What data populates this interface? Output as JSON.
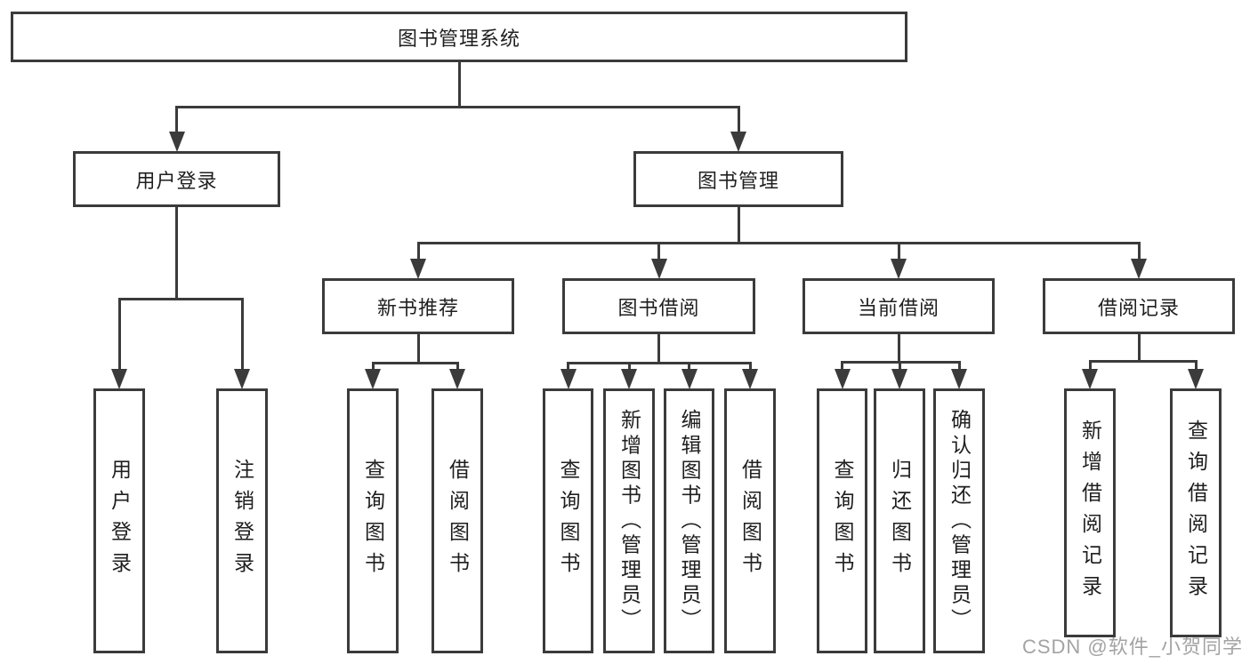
{
  "diagram": {
    "type": "tree-diagram",
    "watermark": "CSDN @软件_小贺同学",
    "colors": {
      "line": "#3b3b3b",
      "box_border": "#3b3b3b",
      "text": "#1f1f1f",
      "background": "#ffffff",
      "watermark": "#a3a3a3"
    },
    "nodes": [
      {
        "id": "system",
        "label": "图书管理系统",
        "parent": null,
        "orientation": "horizontal"
      },
      {
        "id": "user-login",
        "label": "用户登录",
        "parent": "system",
        "orientation": "horizontal"
      },
      {
        "id": "book-management",
        "label": "图书管理",
        "parent": "system",
        "orientation": "horizontal"
      },
      {
        "id": "new-book-recommend",
        "label": "新书推荐",
        "parent": "book-management",
        "orientation": "horizontal"
      },
      {
        "id": "book-borrowing",
        "label": "图书借阅",
        "parent": "book-management",
        "orientation": "horizontal"
      },
      {
        "id": "current-borrowing",
        "label": "当前借阅",
        "parent": "book-management",
        "orientation": "horizontal"
      },
      {
        "id": "borrowing-records",
        "label": "借阅记录",
        "parent": "book-management",
        "orientation": "horizontal"
      },
      {
        "id": "user-login-action",
        "label": "用户登录",
        "parent": "user-login",
        "orientation": "vertical"
      },
      {
        "id": "logout-action",
        "label": "注销登录",
        "parent": "user-login",
        "orientation": "vertical"
      },
      {
        "id": "query-books-1",
        "label": "查询图书",
        "parent": "new-book-recommend",
        "orientation": "vertical"
      },
      {
        "id": "borrow-books-1",
        "label": "借阅图书",
        "parent": "new-book-recommend",
        "orientation": "vertical"
      },
      {
        "id": "query-books-2",
        "label": "查询图书",
        "parent": "book-borrowing",
        "orientation": "vertical"
      },
      {
        "id": "add-books-admin",
        "label": "新增图书（管理员）",
        "parent": "book-borrowing",
        "orientation": "vertical"
      },
      {
        "id": "edit-books-admin",
        "label": "编辑图书（管理员）",
        "parent": "book-borrowing",
        "orientation": "vertical"
      },
      {
        "id": "borrow-books-2",
        "label": "借阅图书",
        "parent": "book-borrowing",
        "orientation": "vertical"
      },
      {
        "id": "query-books-3",
        "label": "查询图书",
        "parent": "current-borrowing",
        "orientation": "vertical"
      },
      {
        "id": "return-books",
        "label": "归还图书",
        "parent": "current-borrowing",
        "orientation": "vertical"
      },
      {
        "id": "confirm-return-admin",
        "label": "确认归还（管理员）",
        "parent": "current-borrowing",
        "orientation": "vertical"
      },
      {
        "id": "add-borrow-record",
        "label": "新增借阅记录",
        "parent": "borrowing-records",
        "orientation": "vertical"
      },
      {
        "id": "query-borrow-record",
        "label": "查询借阅记录",
        "parent": "borrowing-records",
        "orientation": "vertical"
      }
    ]
  }
}
